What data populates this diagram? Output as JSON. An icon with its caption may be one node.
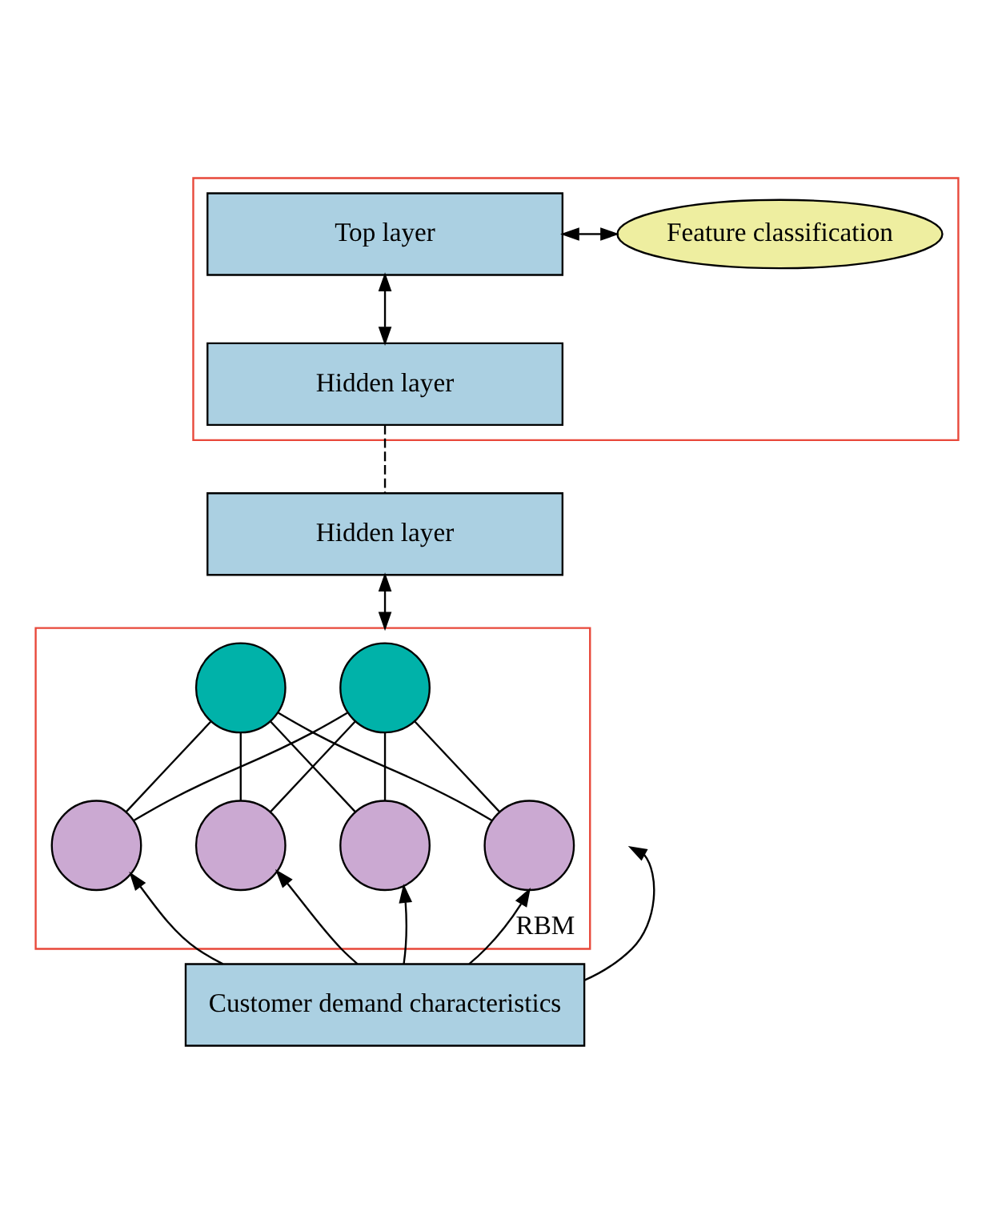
{
  "diagram": {
    "nodes": [
      {
        "text": [],
        "shape": "box"
      },
      {
        "text": [
          "Top layer"
        ],
        "in": 0
      },
      {
        "text": [
          "Hidden layer"
        ],
        "in": 0
      },
      {
        "text": [
          "Feature classification"
        ],
        "in": 0
      },
      {
        "text": [
          "Hidden layer"
        ]
      },
      {
        "text": [
          "RBM"
        ]
      },
      {
        "text": [],
        "shape": "circle",
        "in": 5
      },
      {
        "text": [],
        "shape": "circle",
        "in": 5
      },
      {
        "text": [],
        "shape": "circle",
        "in": 5
      },
      {
        "text": [],
        "shape": "circle",
        "in": 5
      },
      {
        "text": [],
        "shape": "circle",
        "in": 5
      },
      {
        "text": [],
        "shape": "circle",
        "in": 5
      },
      {
        "text": [
          "Customer demand characteristics"
        ]
      }
    ],
    "edges": [
      {
        "from": 1,
        "to": 3,
        "arrow": "both"
      },
      {
        "from": 1,
        "to": 2,
        "arrow": "both"
      },
      {
        "from": 2,
        "to": 4,
        "arrow": "none",
        "style": "dashed"
      },
      {
        "from": 4,
        "to": 5,
        "arrow": "both"
      },
      {
        "from": 6,
        "to": 8,
        "arrow": "none"
      },
      {
        "from": 6,
        "to": 9,
        "arrow": "none"
      },
      {
        "from": 6,
        "to": 10,
        "arrow": "none"
      },
      {
        "from": 6,
        "to": 11,
        "arrow": "none"
      },
      {
        "from": 7,
        "to": 8,
        "arrow": "none"
      },
      {
        "from": 7,
        "to": 9,
        "arrow": "none"
      },
      {
        "from": 7,
        "to": 10,
        "arrow": "none"
      },
      {
        "from": 7,
        "to": 11,
        "arrow": "none"
      },
      {
        "from": 12,
        "to": 8,
        "arrow": "to"
      },
      {
        "from": 12,
        "to": 9,
        "arrow": "to"
      },
      {
        "from": 12,
        "to": null,
        "arrow": "to"
      },
      {
        "from": 12,
        "to": 10,
        "arrow": "to"
      },
      {
        "from": 12,
        "to": 11,
        "arrow": "to"
      }
    ]
  }
}
